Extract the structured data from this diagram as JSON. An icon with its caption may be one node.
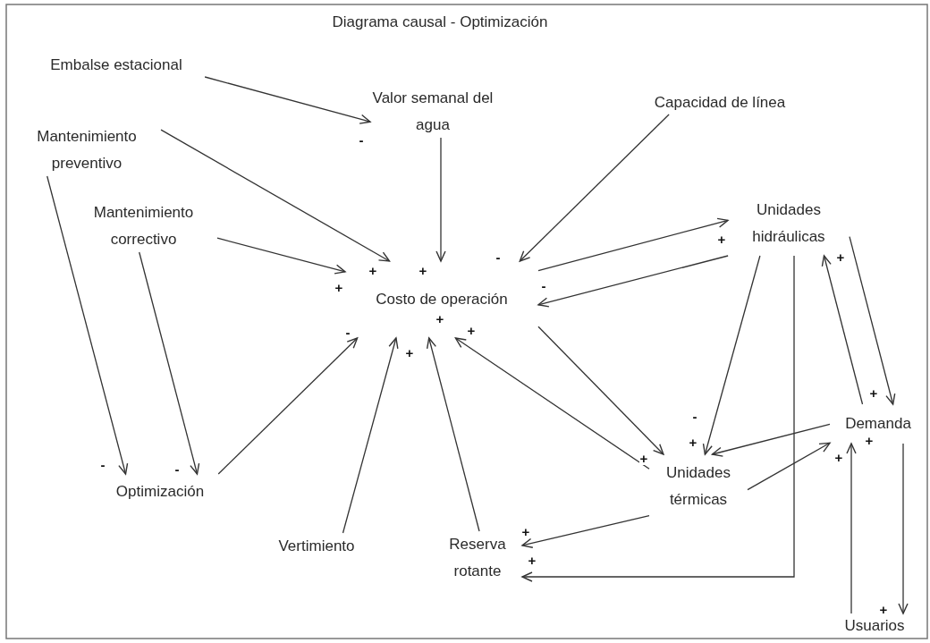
{
  "diagram": {
    "title": "Diagrama causal - Optimización",
    "nodes": [
      {
        "text": [
          "Embalse estacional"
        ]
      },
      {
        "text": [
          "Valor semanal del agua"
        ]
      },
      {
        "text": [
          "Mantenimiento preventivo"
        ]
      },
      {
        "text": [
          "Capacidad de línea"
        ]
      },
      {
        "text": [
          "Mantenimiento correctivo"
        ]
      },
      {
        "text": [
          "Costo de operación"
        ]
      },
      {
        "text": [
          "Unidades hidráulicas"
        ]
      },
      {
        "text": [
          "Optimización"
        ]
      },
      {
        "text": [
          "Demanda"
        ]
      },
      {
        "text": [
          "Unidades térmicas"
        ]
      },
      {
        "text": [
          "Vertimiento"
        ]
      },
      {
        "text": [
          "Reserva rotante"
        ]
      },
      {
        "text": [
          "Usuarios"
        ]
      }
    ],
    "edges": [
      {
        "from": 0,
        "to": 1,
        "arrow": "to",
        "label": "-"
      },
      {
        "from": 2,
        "to": 5,
        "arrow": "to",
        "label": "+"
      },
      {
        "from": 1,
        "to": 5,
        "arrow": "to",
        "label": "+"
      },
      {
        "from": 3,
        "to": 5,
        "arrow": "to",
        "label": "-"
      },
      {
        "from": 4,
        "to": 5,
        "arrow": "to",
        "label": "+"
      },
      {
        "from": 5,
        "to": 6,
        "arrow": "to",
        "label": "+"
      },
      {
        "from": 6,
        "to": 5,
        "arrow": "to",
        "label": "-"
      },
      {
        "from": 2,
        "to": 7,
        "arrow": "to",
        "label": "-"
      },
      {
        "from": 4,
        "to": 7,
        "arrow": "to",
        "label": "-"
      },
      {
        "from": 7,
        "to": 5,
        "arrow": "to",
        "label": "-"
      },
      {
        "from": 10,
        "to": 5,
        "arrow": "to",
        "label": "+"
      },
      {
        "from": 11,
        "to": 5,
        "arrow": "to",
        "label": "+"
      },
      {
        "from": 9,
        "to": 5,
        "arrow": "to",
        "label": "+"
      },
      {
        "from": 5,
        "to": 9,
        "arrow": "to",
        "label": "+"
      },
      {
        "from": 6,
        "to": 9,
        "arrow": "to",
        "label": "-"
      },
      {
        "from": 8,
        "to": 9,
        "arrow": "to",
        "label": "+"
      },
      {
        "from": 9,
        "to": 8,
        "arrow": "to",
        "label": "+"
      },
      {
        "from": 9,
        "to": 11,
        "arrow": "to",
        "label": "+"
      },
      {
        "from": 6,
        "to": 11,
        "arrow": "to",
        "label": "+"
      },
      {
        "from": 8,
        "to": 6,
        "arrow": "to",
        "label": "+"
      },
      {
        "from": 6,
        "to": 8,
        "arrow": "to",
        "label": "+"
      },
      {
        "from": 12,
        "to": 8,
        "arrow": "to",
        "label": "+"
      },
      {
        "from": 8,
        "to": 12,
        "arrow": "to",
        "label": "+"
      }
    ]
  }
}
